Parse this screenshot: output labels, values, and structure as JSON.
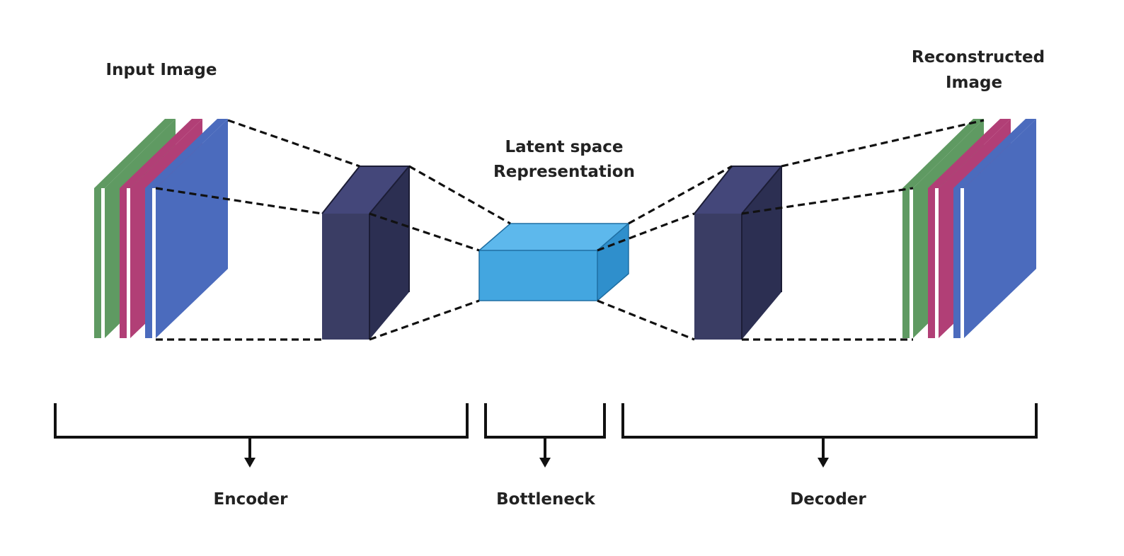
{
  "labels": {
    "input_image": "Input Image",
    "reconstructed_line1": "Reconstructed",
    "reconstructed_line2": "Image",
    "latent_line1": "Latent space",
    "latent_line2": "Representation",
    "encoder": "Encoder",
    "bottleneck": "Bottleneck",
    "decoder": "Decoder"
  },
  "colors": {
    "green_channel": "#5f9a62",
    "red_channel": "#b13f76",
    "blue_channel": "#4b6bbd",
    "dense_block_front": "#3a3d64",
    "dense_block_side": "#2c2f52",
    "dense_block_top": "#44477a",
    "latent_front": "#43a6e0",
    "latent_top": "#5db8ec",
    "latent_side": "#2f8fcc",
    "line": "#111111",
    "text": "#222222"
  }
}
